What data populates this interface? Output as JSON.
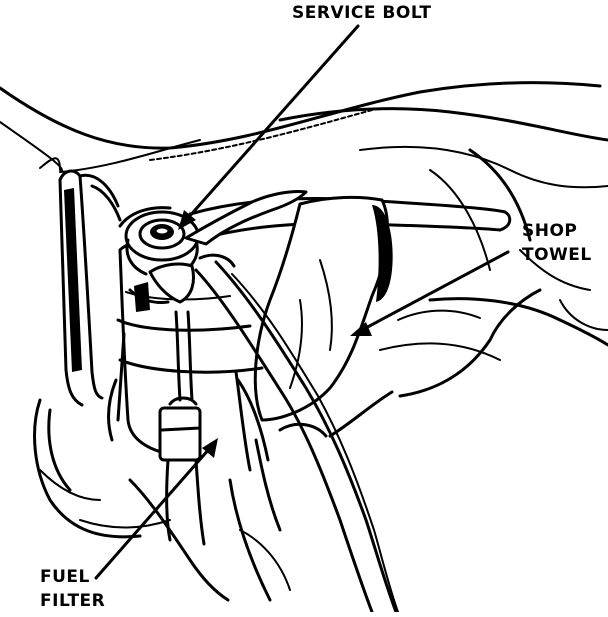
{
  "labels": {
    "service_bolt": "SERVICE BOLT",
    "shop_towel_line1": "SHOP",
    "shop_towel_line2": "TOWEL",
    "fuel_filter_line1": "FUEL",
    "fuel_filter_line2": "FILTER"
  }
}
